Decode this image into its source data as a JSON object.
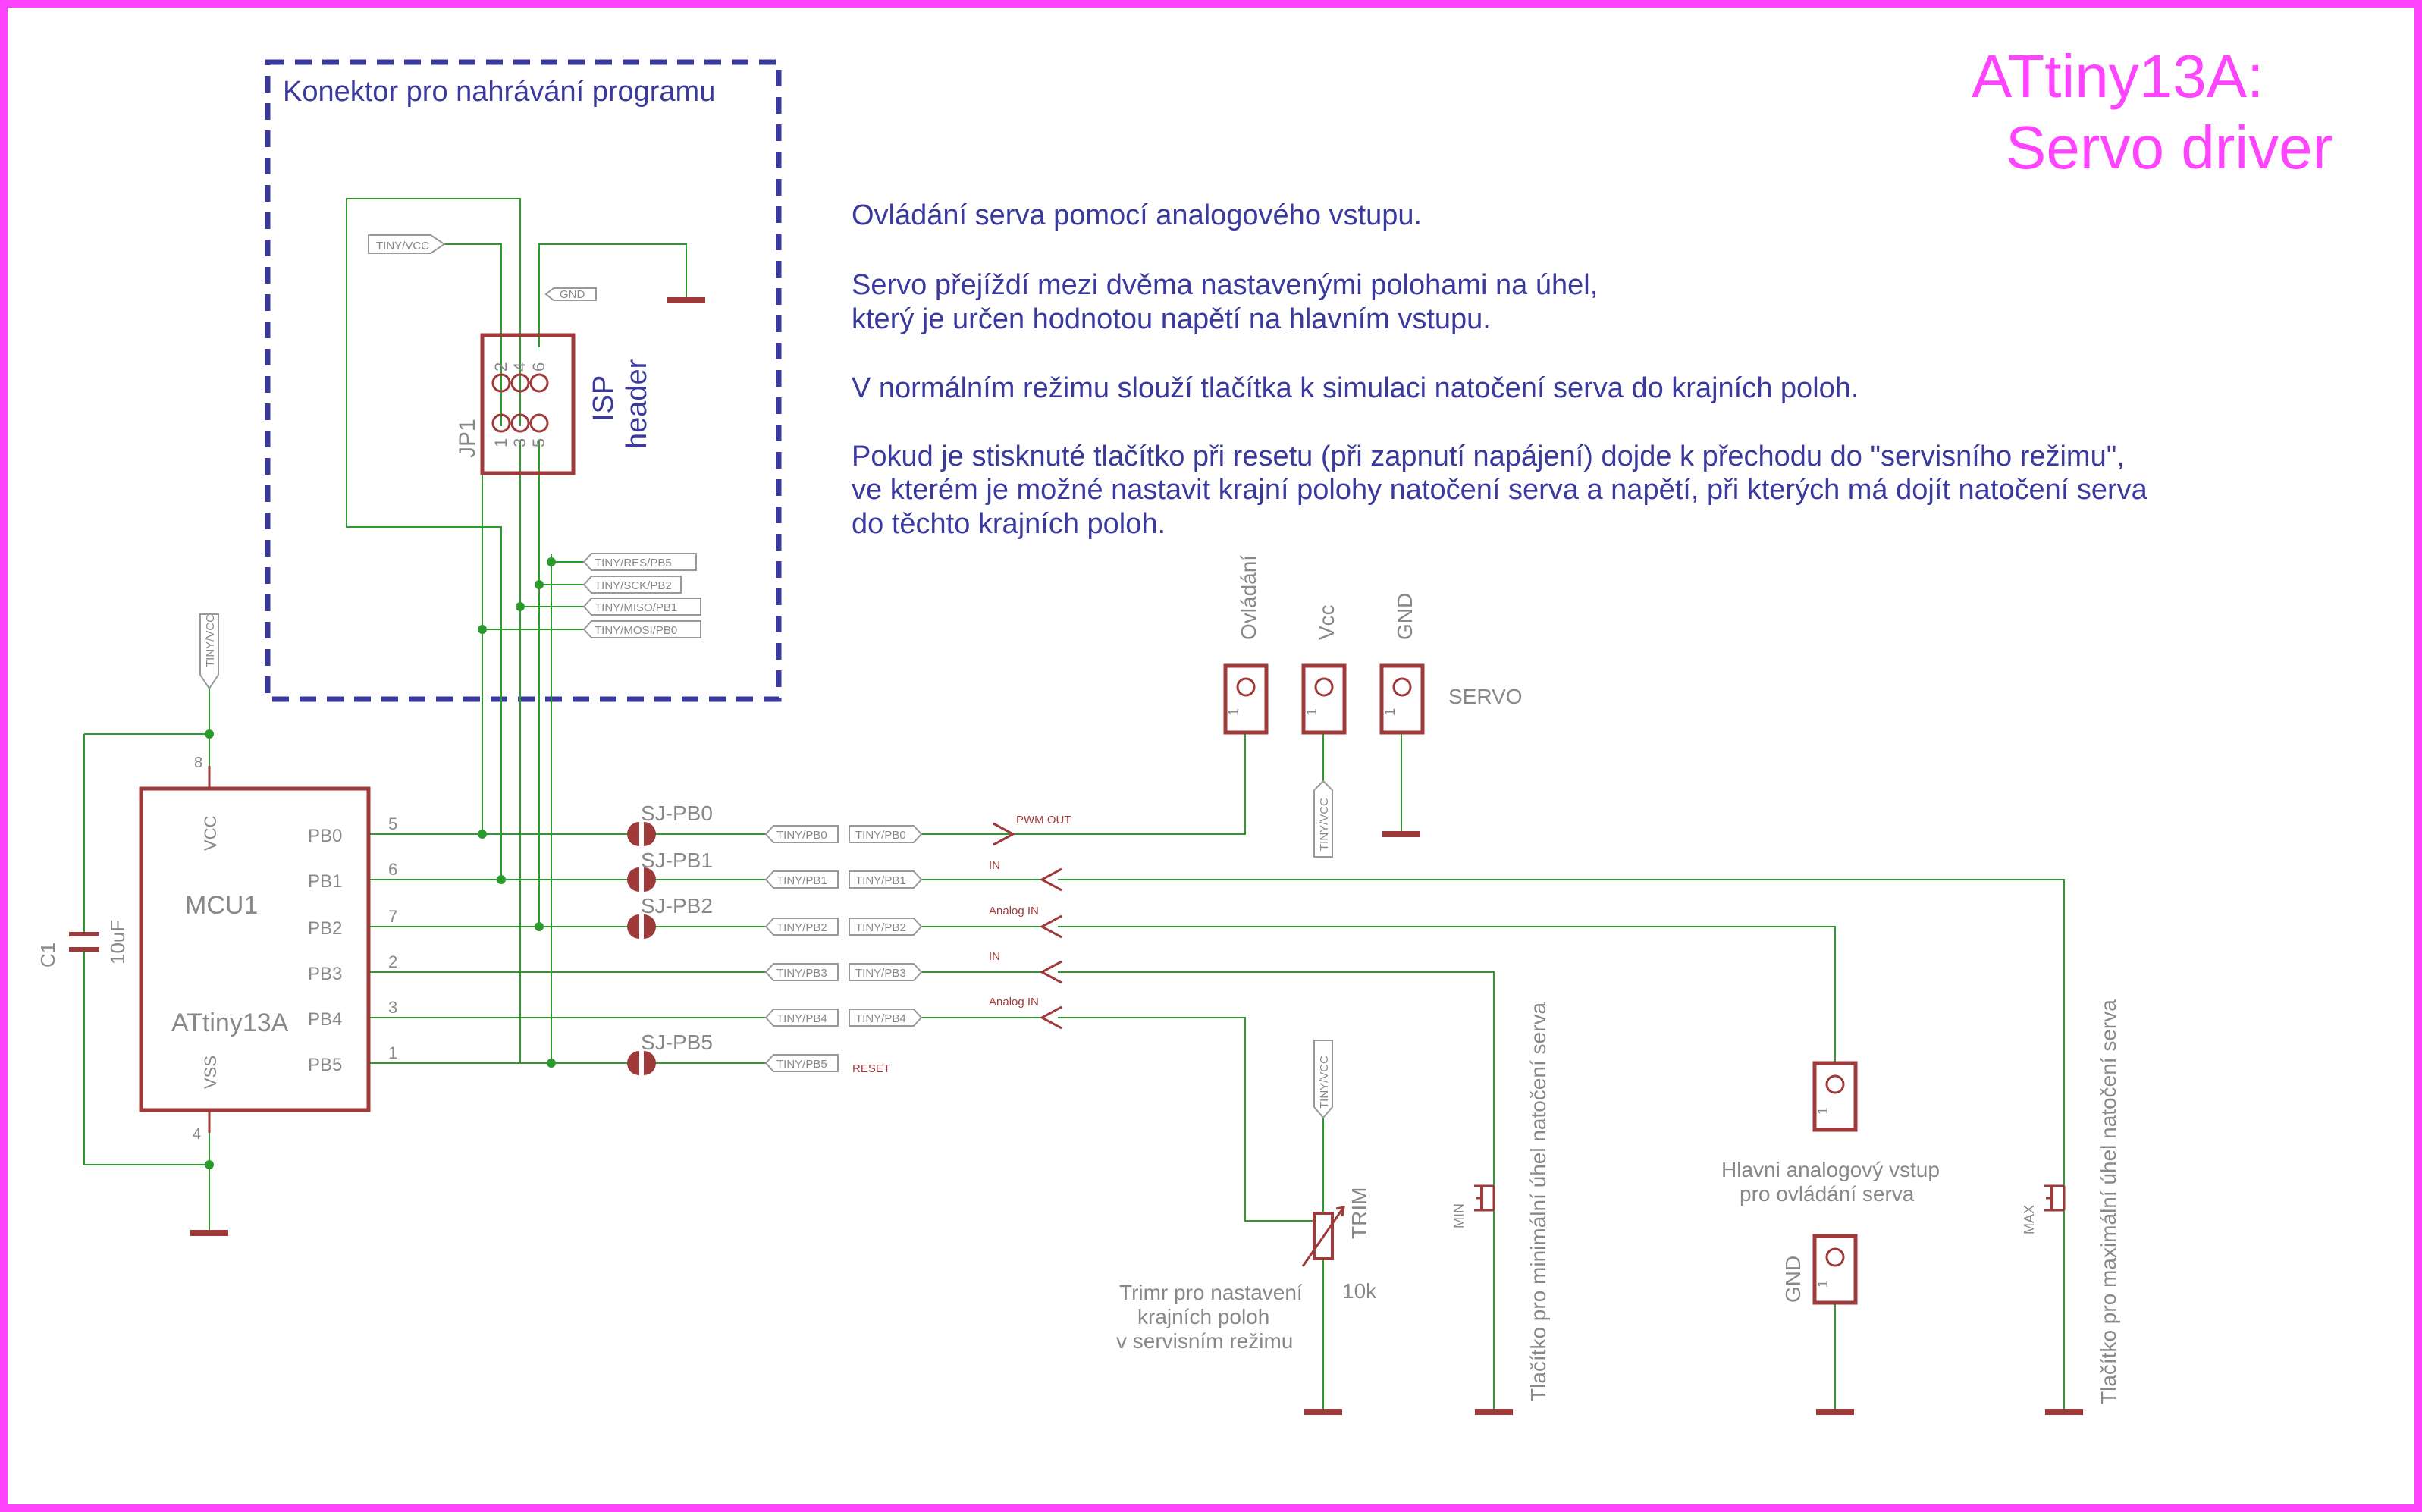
{
  "title": {
    "line1": "ATtiny13A:",
    "line2": "Servo driver"
  },
  "connector_box": {
    "title": "Konektor pro nahrávání programu"
  },
  "description": {
    "p1": "Ovládání serva pomocí analogového vstupu.",
    "p2a": "Servo přejíždí mezi dvěma nastavenými polohami na úhel,",
    "p2b": " který je určen hodnotou napětí na hlavním vstupu.",
    "p3": "V normálním režimu slouží tlačítka k simulaci natočení serva do krajních poloh.",
    "p4a": "Pokud je stisknuté tlačítko při resetu (při zapnutí napájení) dojde k přechodu do \"servisního režimu\",",
    "p4b": "ve kterém je možné nastavit krajní polohy natočení serva a napětí, při kterých má dojít natočení serva",
    "p4c": "do těchto krajních poloh."
  },
  "isp": {
    "name": "JP1",
    "label_line1": "ISP",
    "label_line2": "header",
    "pins_top": [
      "2",
      "4",
      "6"
    ],
    "pins_bottom": [
      "1",
      "3",
      "5"
    ],
    "net_vcc": "TINY/VCC",
    "net_gnd": "GND",
    "net_res": "TINY/RES/PB5",
    "net_sck": "TINY/SCK/PB2",
    "net_miso": "TINY/MISO/PB1",
    "net_mosi": "TINY/MOSI/PB0"
  },
  "mcu": {
    "name": "MCU1",
    "part": "ATtiny13A",
    "vcc_label": "VCC",
    "vss_label": "VSS",
    "vcc_net": "TINY/VCC",
    "pin_vcc": "8",
    "pin_vss": "4",
    "pins": [
      {
        "name": "PB0",
        "num": "5"
      },
      {
        "name": "PB1",
        "num": "6"
      },
      {
        "name": "PB2",
        "num": "7"
      },
      {
        "name": "PB3",
        "num": "2"
      },
      {
        "name": "PB4",
        "num": "3"
      },
      {
        "name": "PB5",
        "num": "1"
      }
    ]
  },
  "capacitor": {
    "name": "C1",
    "value": "10uF"
  },
  "jumpers": {
    "pb0": "SJ-PB0",
    "pb1": "SJ-PB1",
    "pb2": "SJ-PB2",
    "pb5": "SJ-PB5"
  },
  "nets": {
    "pb0": "TINY/PB0",
    "pb1": "TINY/PB1",
    "pb2": "TINY/PB2",
    "pb3": "TINY/PB3",
    "pb4": "TINY/PB4",
    "pb5": "TINY/PB5"
  },
  "signals": {
    "pwm_out": "PWM OUT",
    "in1": "IN",
    "analog_in1": "Analog IN",
    "in2": "IN",
    "analog_in2": "Analog IN",
    "reset": "RESET"
  },
  "servo": {
    "label": "SERVO",
    "pin_names": [
      "Ovládání",
      "Vcc",
      "GND"
    ],
    "pin_num": "1",
    "vcc_net": "TINY/VCC"
  },
  "trim": {
    "name": "TRIM",
    "value": "10k",
    "vcc_net": "TINY/VCC",
    "caption1": "Trimr pro nastavení",
    "caption2": "krajních poloh",
    "caption3": "v servisním režimu"
  },
  "buttons": {
    "min_name": "MIN",
    "min_caption": "Tlačítko pro minimální úhel natočení serva",
    "max_name": "MAX",
    "max_caption": "Tlačítko pro maximální úhel natočení serva"
  },
  "analog_input": {
    "caption1": "Hlavni analogový vstup",
    "caption2": "pro ovládání serva",
    "gnd_label": "GND",
    "pin_num": "1"
  },
  "colors": {
    "border": "#ff44ff",
    "wire": "#2d9a2d",
    "part": "#9e3a3a",
    "text": "#3a3a9e"
  }
}
